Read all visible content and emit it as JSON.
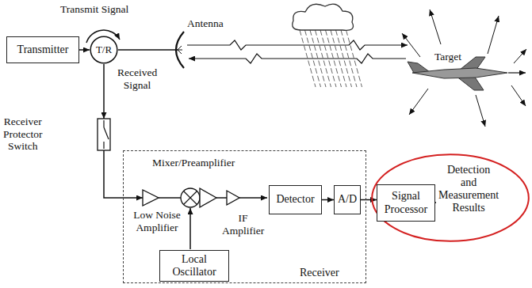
{
  "diagram": {
    "nodes": [
      {
        "text": [
          "Transmitter"
        ]
      },
      {
        "text": [
          "T/R"
        ]
      },
      {
        "text": [
          "Receiver"
        ]
      },
      {
        "text": [
          "Local Oscillator"
        ],
        "in": 2
      },
      {
        "text": [
          "Detector"
        ],
        "in": 2
      },
      {
        "text": [
          "A/D"
        ],
        "in": 2
      },
      {
        "text": [
          "Detection and Measurement Results"
        ]
      },
      {
        "text": [
          "Signal Processor"
        ],
        "in": 6
      }
    ],
    "edges": [
      {
        "from": 0,
        "to": 1,
        "arrow": "to"
      },
      {
        "from": 4,
        "to": 5,
        "arrow": "to"
      },
      {
        "from": 5,
        "to": 7,
        "arrow": "to"
      }
    ],
    "labels": [
      "Transmit Signal",
      "Antenna",
      "Received Signal",
      "Target",
      "Receiver Protector Switch",
      "Mixer/Preamplifier",
      "Low Noise Amplifier",
      "IF Amplifier"
    ]
  }
}
